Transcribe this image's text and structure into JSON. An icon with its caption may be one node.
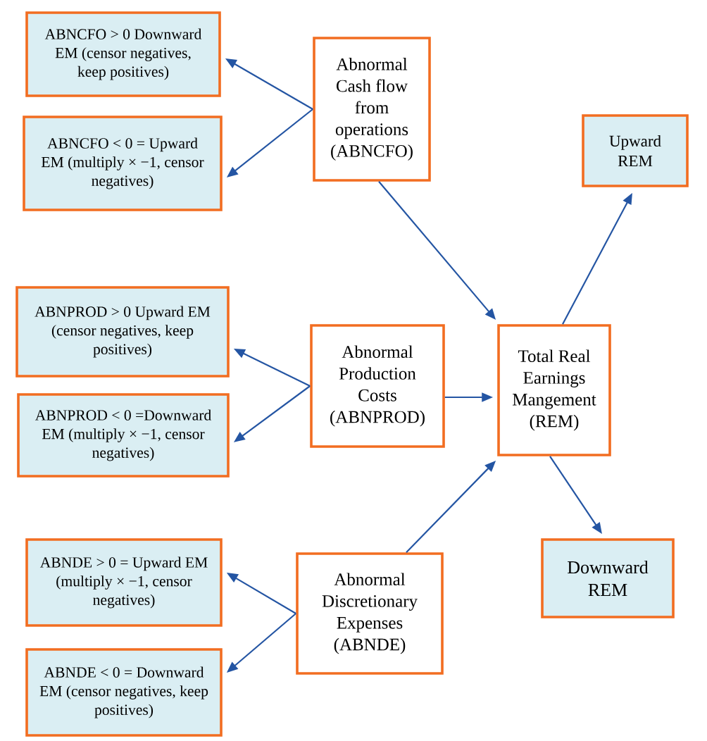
{
  "diagram": {
    "nodes": [
      {
        "text": [
          "Abnormal Cash flow from operations (ABNCFO)"
        ]
      },
      {
        "text": [
          "ABNCFO > 0 Downward EM (censor negatives, keep positives)"
        ]
      },
      {
        "text": [
          "ABNCFO < 0 = Upward EM (multiply × −1, censor negatives)"
        ]
      },
      {
        "text": [
          "Upward REM"
        ]
      },
      {
        "text": [
          "Abnormal Production Costs (ABNPROD)"
        ]
      },
      {
        "text": [
          "ABNPROD > 0 Upward EM (censor negatives, keep positives)"
        ]
      },
      {
        "text": [
          "ABNPROD < 0 =Downward EM (multiply × −1, censor negatives)"
        ]
      },
      {
        "text": [
          "Total Real Earnings Mangement (REM)"
        ]
      },
      {
        "text": [
          "Downward REM"
        ]
      },
      {
        "text": [
          "Abnormal Discretionary Expenses (ABNDE)"
        ]
      },
      {
        "text": [
          "ABNDE > 0 = Upward EM (multiply × −1, censor negatives)"
        ]
      },
      {
        "text": [
          "ABNDE < 0 = Downward EM (censor negatives, keep positives)"
        ]
      }
    ],
    "edges": [
      {
        "from": 0,
        "to": 1,
        "arrow": "to"
      },
      {
        "from": 0,
        "to": 2,
        "arrow": "to"
      },
      {
        "from": 0,
        "to": 7,
        "arrow": "to"
      },
      {
        "from": 7,
        "to": 3,
        "arrow": "to"
      },
      {
        "from": 4,
        "to": 5,
        "arrow": "to"
      },
      {
        "from": 4,
        "to": 6,
        "arrow": "to"
      },
      {
        "from": 4,
        "to": 7,
        "arrow": "to"
      },
      {
        "from": 9,
        "to": 10,
        "arrow": "to"
      },
      {
        "from": 9,
        "to": 11,
        "arrow": "to"
      },
      {
        "from": 9,
        "to": 7,
        "arrow": "to"
      },
      {
        "from": 7,
        "to": 8,
        "arrow": "to"
      }
    ]
  }
}
